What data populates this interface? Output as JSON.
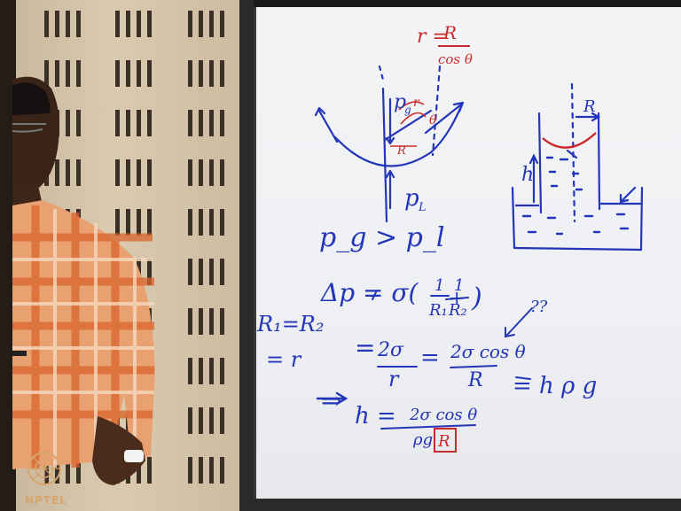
{
  "logo": {
    "text": "NPTEL"
  },
  "colors": {
    "ink_blue": "#2335b8",
    "ink_red": "#cc2a2a",
    "shirt_orange": "#e88a4a",
    "wall": "#d3c3a8",
    "board": "#f1f2f5"
  },
  "board_text": {
    "r_def_lhs": "r = ",
    "r_def_num": "R",
    "r_def_den": "cos θ",
    "theta": "θ",
    "r": "r",
    "R_small": "R",
    "pg": "p",
    "pg_sub": "g",
    "pl": "p",
    "pl_sub": "L",
    "ineq": "p_g > p_l",
    "R_top": "R",
    "h_side": "h",
    "dp_lhs": "Δp = σ(",
    "dp_frac1_num": "1",
    "dp_frac1_den": "R₁",
    "dp_plus": "+",
    "dp_frac2_num": "1",
    "dp_frac2_den": "R₂",
    "dp_close": ")",
    "r_eq": "R₁=R₂",
    "r_eq2": "= r",
    "eq2_lhs": "=",
    "eq2_num": "2σ",
    "eq2_den": "r",
    "eq3_num": "2σ cos θ",
    "eq3_den": "R",
    "question": "??",
    "hpg": "= h ρ g",
    "impl": "⇒",
    "h_lhs": "h =",
    "h_num": "2σ cos θ",
    "h_den": "ρg",
    "h_den_boxed": "R"
  }
}
